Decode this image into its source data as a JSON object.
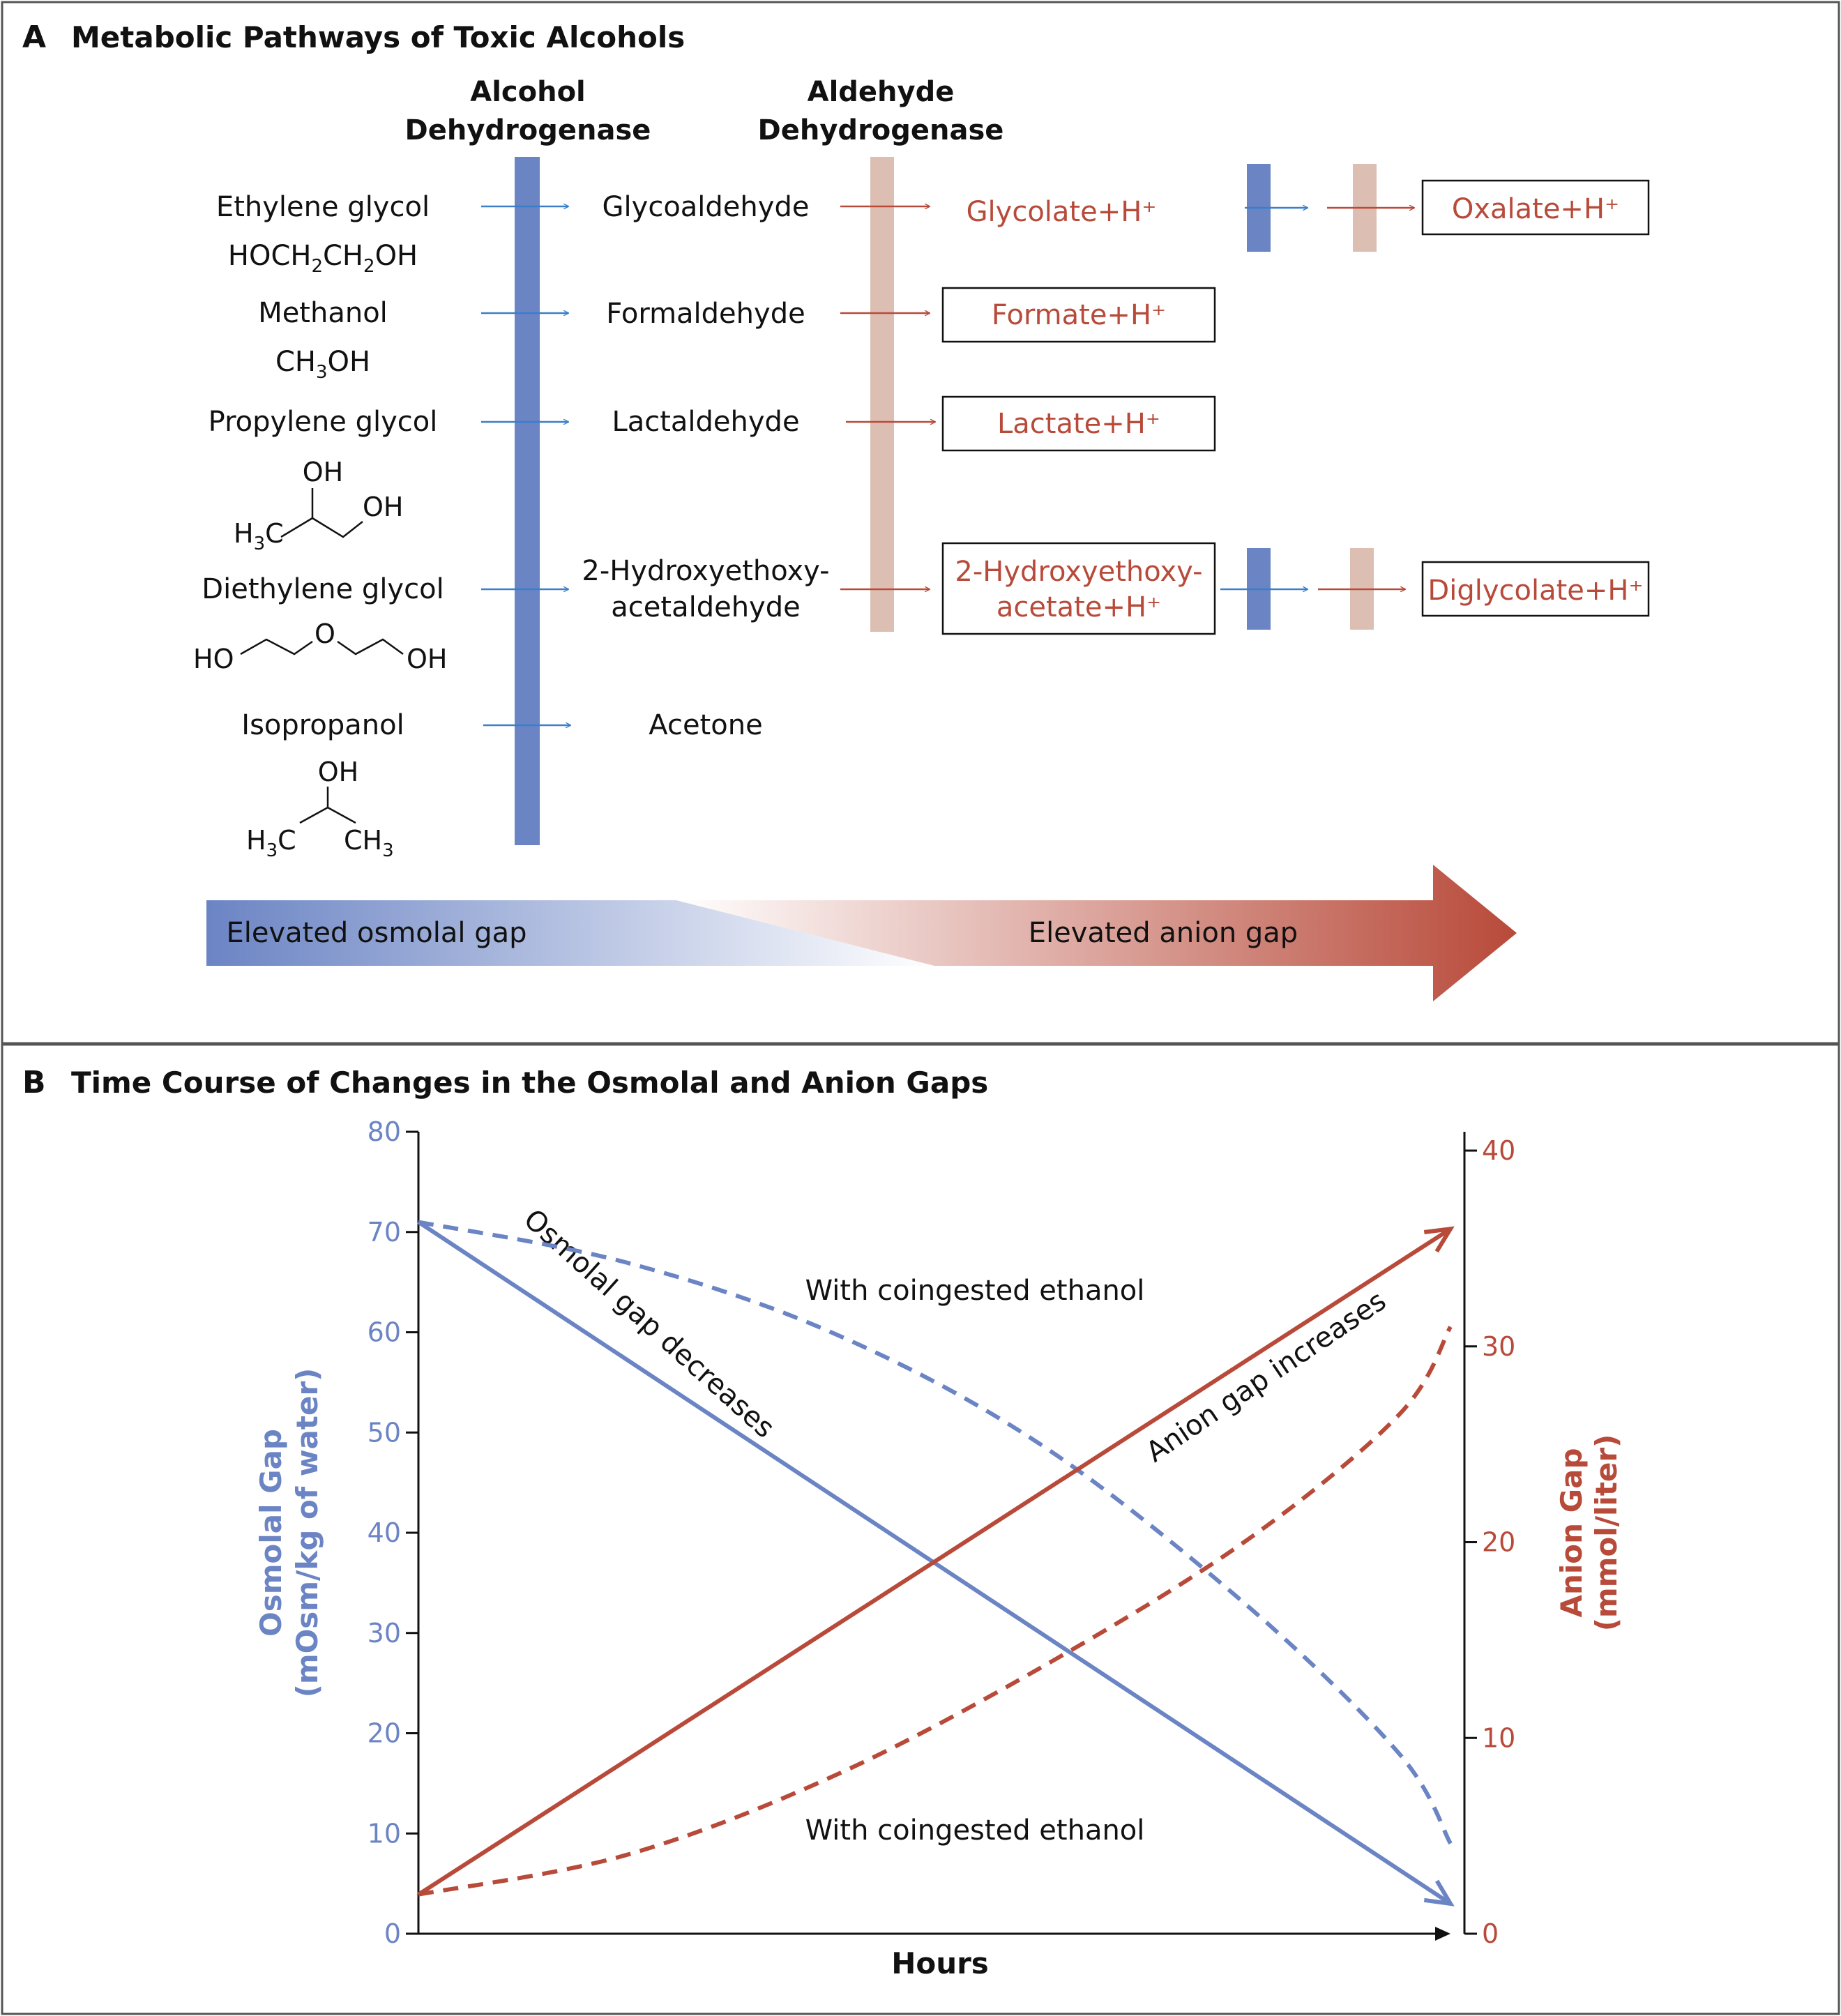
{
  "colors": {
    "blue": "#6b84c4",
    "blue_light": "#8ea3d6",
    "red": "#b84a3a",
    "tan": "#dcbfb2",
    "black": "#111111",
    "arrow_blue": "#3b7fc9",
    "border": "#555555"
  },
  "panel_a": {
    "letter": "A",
    "title": "Metabolic Pathways of Toxic Alcohols",
    "adh_header": [
      "Alcohol",
      "Dehydrogenase"
    ],
    "aldh_header": [
      "Aldehyde",
      "Dehydrogenase"
    ],
    "alcohols": [
      {
        "name": "Ethylene glycol",
        "formula": [
          "HOCH",
          "2",
          "CH",
          "2",
          "OH"
        ]
      },
      {
        "name": "Methanol",
        "formula": [
          "CH",
          "3",
          "OH"
        ]
      },
      {
        "name": "Propylene glycol",
        "structure_labels": [
          "OH",
          "OH",
          "H",
          "3",
          "C"
        ]
      },
      {
        "name": "Diethylene glycol",
        "structure_labels": [
          "HO",
          "O",
          "OH"
        ]
      },
      {
        "name": "Isopropanol",
        "structure_labels": [
          "OH",
          "H",
          "3",
          "C",
          "CH",
          "3"
        ]
      }
    ],
    "aldehydes": [
      "Glycoaldehyde",
      "Formaldehyde",
      "Lactaldehyde",
      "2-Hydroxyethoxy-",
      "acetaldehyde",
      "Acetone"
    ],
    "acids": {
      "glycolate": "Glycolate+H⁺",
      "formate": "Formate+H⁺",
      "lactate": "Lactate+H⁺",
      "hea_line1": "2-Hydroxyethoxy-",
      "hea_line2": "acetate+H⁺",
      "oxalate": "Oxalate+H⁺",
      "diglycolate": "Diglycolate+H⁺"
    },
    "gap_arrow": {
      "left_label": "Elevated osmolal gap",
      "right_label": "Elevated anion gap"
    }
  },
  "panel_b": {
    "letter": "B",
    "title": "Time Course of Changes in the Osmolal and Anion Gaps"
  },
  "chart_data": {
    "type": "line",
    "title": "Time Course of Changes in the Osmolal and Anion Gaps",
    "xlabel": "Hours",
    "ylabel_left": [
      "Osmolal Gap",
      "(mOsm/kg of water)"
    ],
    "ylabel_right": [
      "Anion Gap",
      "(mmol/liter)"
    ],
    "ylim_left": [
      0,
      80
    ],
    "ylim_right": [
      0,
      40
    ],
    "yticks_left": [
      "0",
      "10",
      "20",
      "30",
      "40",
      "50",
      "60",
      "70",
      "80"
    ],
    "yticks_right": [
      "0",
      "10",
      "20",
      "30",
      "40"
    ],
    "xlim": [
      0,
      1
    ],
    "series": [
      {
        "axis": "left",
        "style": "solid",
        "color": "#6b84c4",
        "x": [
          0,
          1
        ],
        "y": [
          71,
          3
        ]
      },
      {
        "axis": "left",
        "style": "dashed",
        "color": "#6b84c4",
        "x": [
          0,
          0.2,
          0.4,
          0.6,
          0.8,
          0.95,
          1.0
        ],
        "y": [
          71,
          67,
          60,
          49,
          33,
          18,
          9
        ]
      },
      {
        "axis": "right",
        "style": "solid",
        "color": "#b84a3a",
        "x": [
          0,
          1
        ],
        "y": [
          2,
          36
        ]
      },
      {
        "axis": "right",
        "style": "dashed",
        "color": "#b84a3a",
        "x": [
          0,
          0.2,
          0.4,
          0.6,
          0.8,
          0.95,
          1.0
        ],
        "y": [
          2,
          4,
          8,
          13.5,
          20,
          26.5,
          31
        ]
      }
    ],
    "annotations": [
      "Osmolal gap decreases",
      "Anion gap increases",
      "With coingested ethanol",
      "With coingested ethanol"
    ]
  }
}
